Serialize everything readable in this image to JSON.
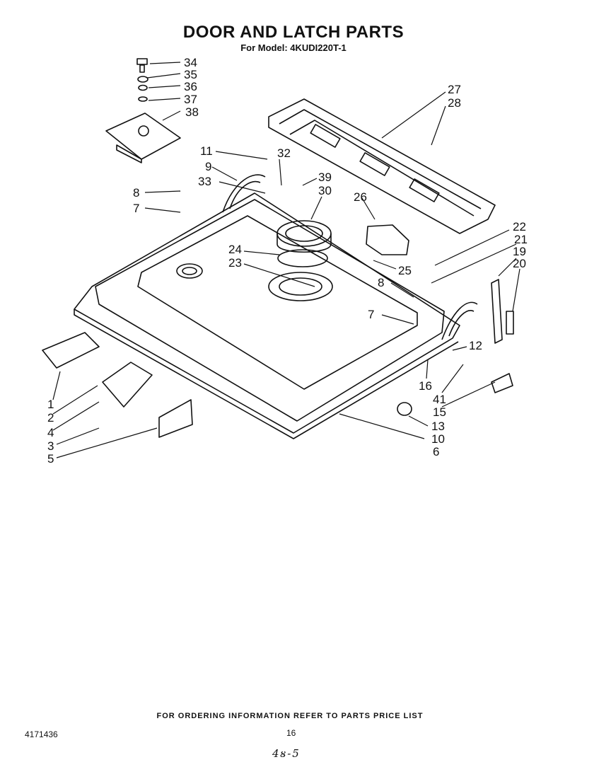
{
  "title": "DOOR AND LATCH PARTS",
  "model_line": "For Model: 4KUDI220T-1",
  "footer_note": "FOR ORDERING INFORMATION REFER TO PARTS PRICE LIST",
  "document_number": "4171436",
  "page_number": "16",
  "handwritten_note": "4ᴕ-5",
  "callouts": [
    "34",
    "35",
    "36",
    "37",
    "38",
    "27",
    "28",
    "11",
    "32",
    "9",
    "39",
    "30",
    "33",
    "8",
    "7",
    "26",
    "22",
    "21",
    "19",
    "20",
    "24",
    "23",
    "25",
    "8",
    "7",
    "12",
    "16",
    "41",
    "15",
    "13",
    "10",
    "6",
    "1",
    "2",
    "4",
    "3",
    "5"
  ]
}
